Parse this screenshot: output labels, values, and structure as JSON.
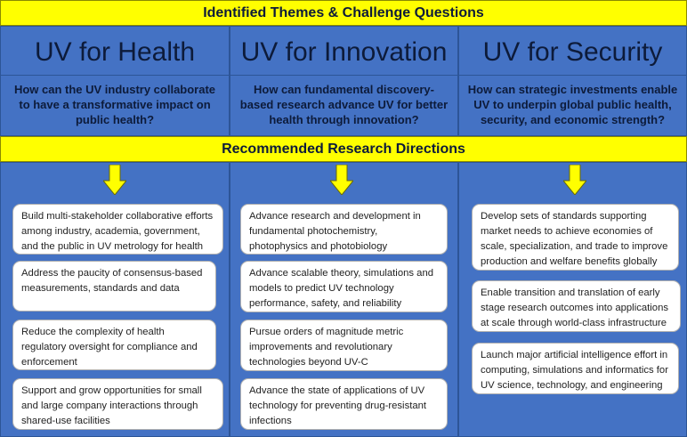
{
  "header": {
    "title": "Identified Themes & Challenge Questions"
  },
  "section": {
    "title": "Recommended Research Directions"
  },
  "colors": {
    "banner": "#ffff00",
    "column": "#4472c4",
    "card": "#ffffff",
    "arrow": "#ffff00"
  },
  "columns": [
    {
      "title": "UV for Health",
      "question": "How can the UV industry collaborate to have a transformative impact on public health?",
      "directions": [
        "Build multi-stakeholder collaborative efforts among industry, academia, government, and the public in UV metrology for health",
        "Address the paucity of consensus-based measurements, standards and data",
        "Reduce the complexity of health regulatory oversight for compliance and enforcement",
        "Support and grow opportunities for small and large company interactions through shared-use facilities"
      ]
    },
    {
      "title": "UV for Innovation",
      "question": "How can fundamental discovery-based research advance UV for better health through innovation?",
      "directions": [
        "Advance research and development in fundamental photochemistry, photophysics and photobiology",
        "Advance scalable theory, simulations and models to predict UV technology performance, safety, and reliability",
        "Pursue orders of magnitude metric improvements and revolutionary technologies beyond UV-C",
        "Advance the state of applications of UV technology for preventing drug-resistant infections"
      ]
    },
    {
      "title": "UV for Security",
      "question": "How can strategic investments enable UV to underpin global public health, security, and economic strength?",
      "directions": [
        "Develop sets of standards supporting market needs to achieve economies of scale, specialization, and trade to improve production and welfare benefits globally",
        "Enable transition and translation of early stage research outcomes into applications at scale through world-class infrastructure",
        "Launch major artificial intelligence effort in computing, simulations and informatics for UV science, technology, and engineering"
      ]
    }
  ]
}
